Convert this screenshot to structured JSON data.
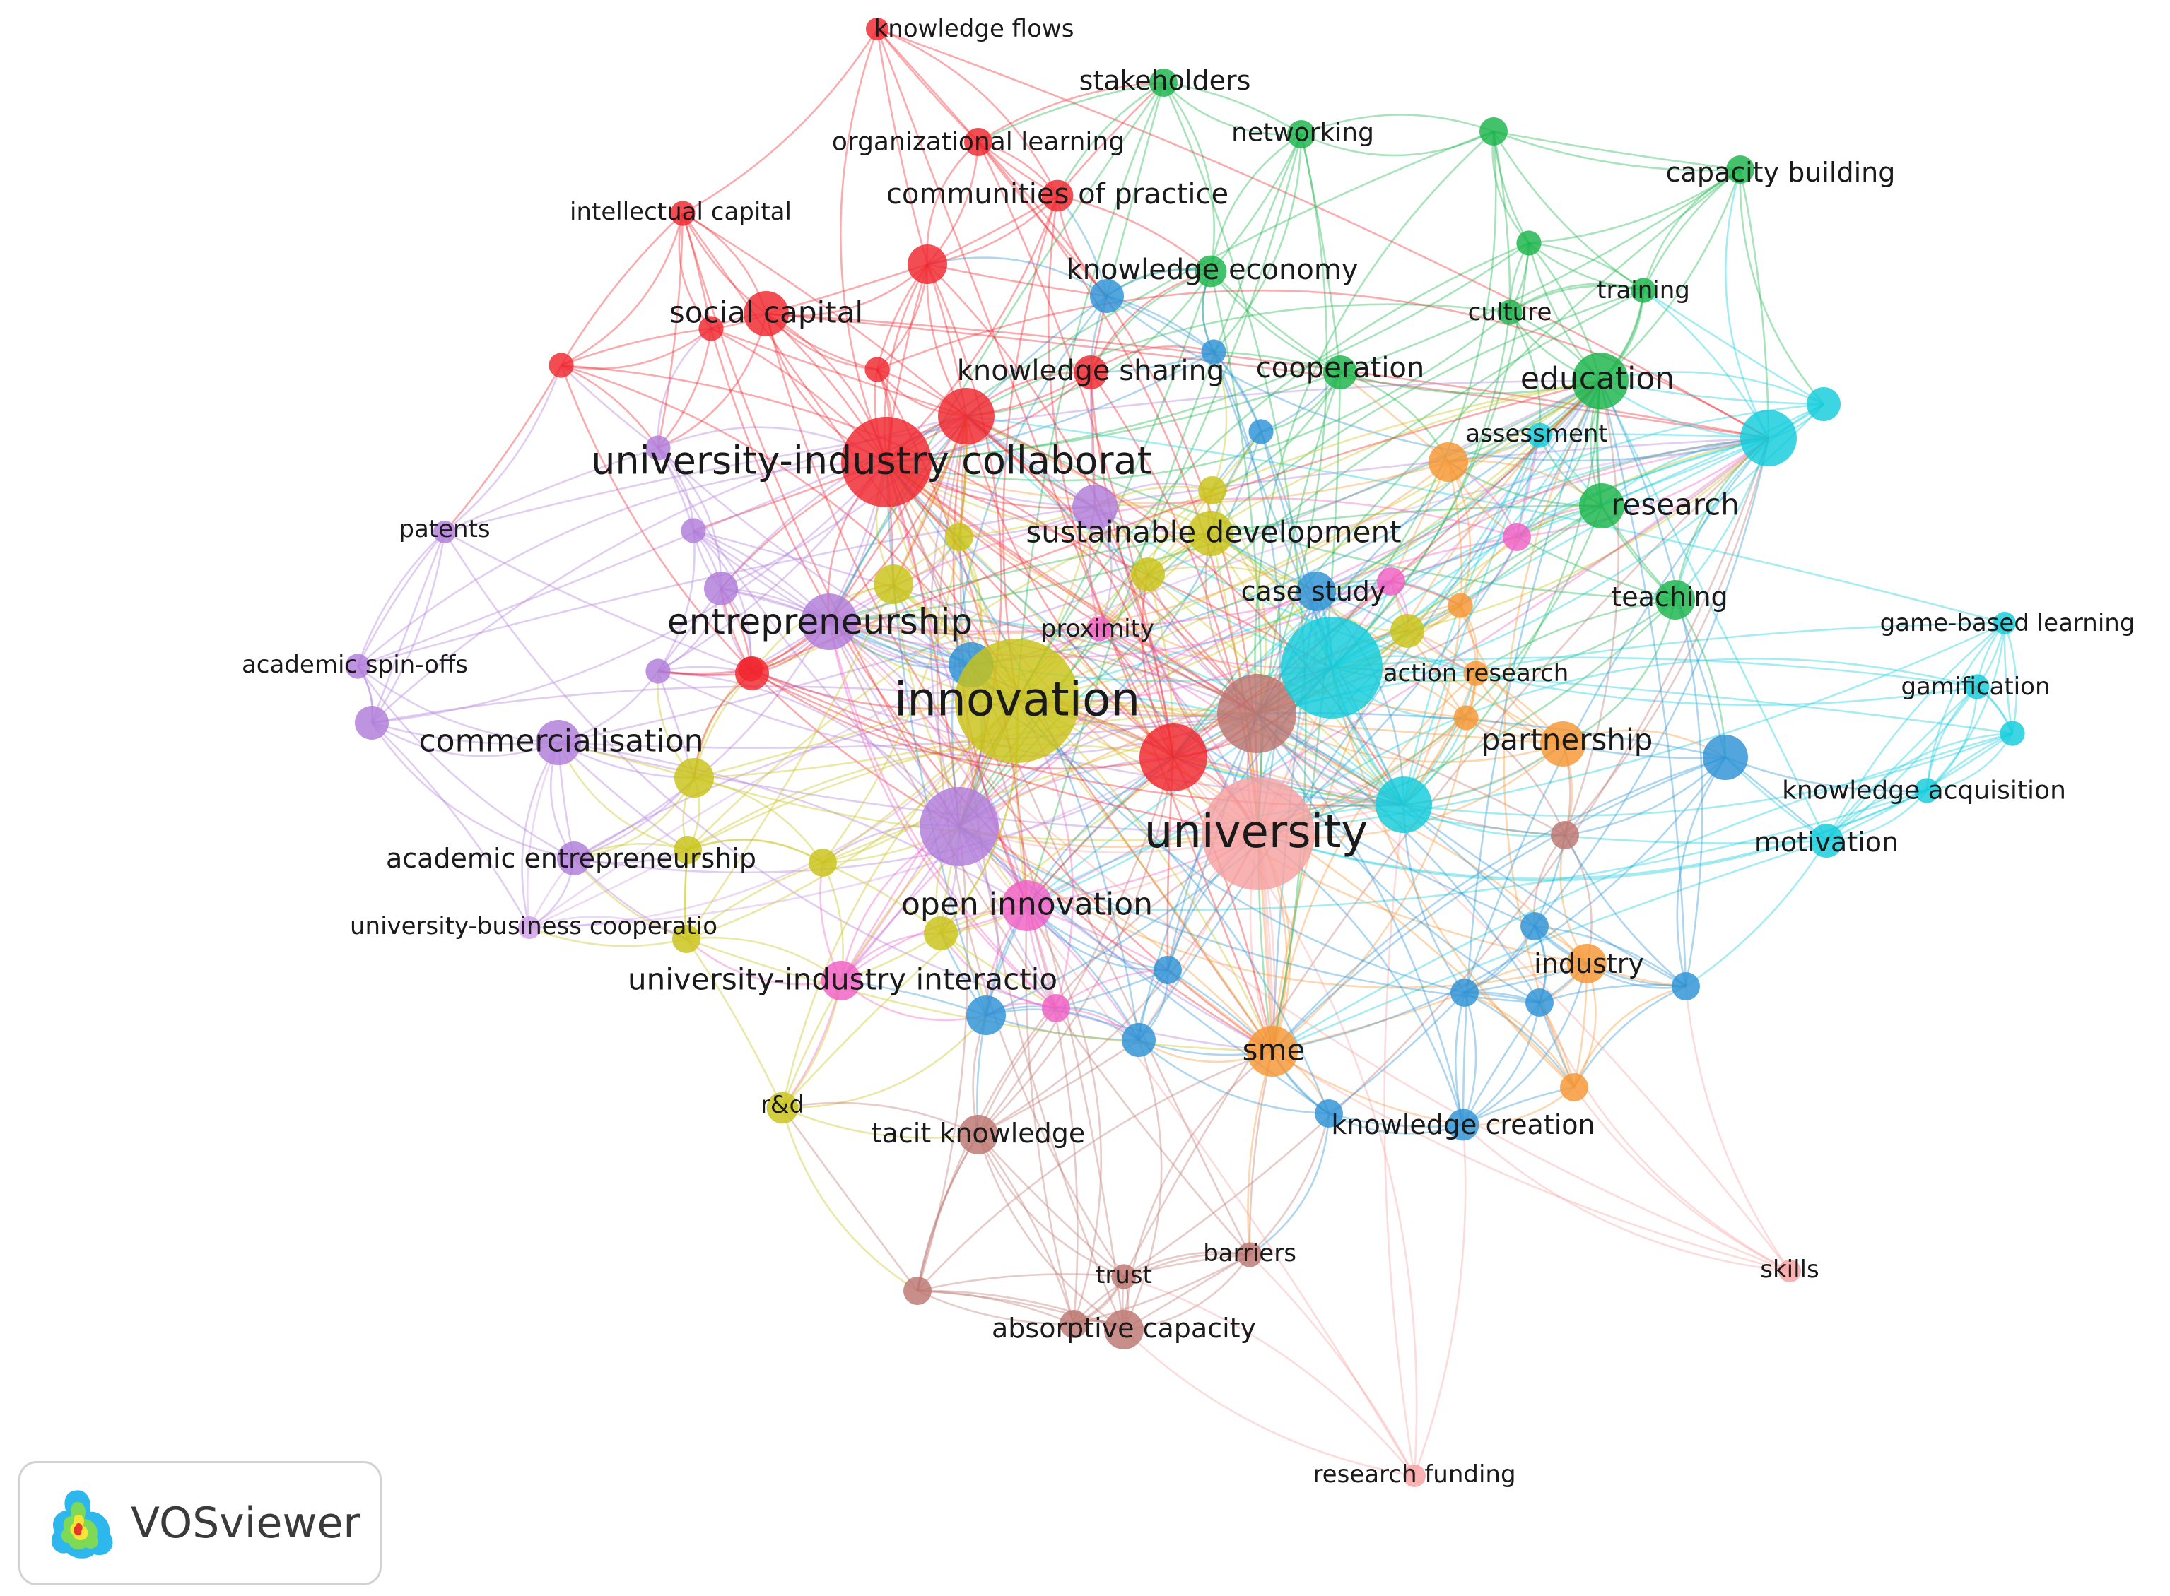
{
  "colors": {
    "red": "#f0262e",
    "green": "#1bb54b",
    "blue": "#2d93d6",
    "yellow": "#c9c317",
    "purple": "#b07cda",
    "cyan": "#12ccdc",
    "orange": "#f79633",
    "pink": "#f05fc5",
    "brown": "#bc7570",
    "salmon": "#f7a1a1",
    "lilac": "#cf9ce6"
  },
  "nodes": [
    {
      "id": "knowledge-flows",
      "label": "knowledge flows",
      "color": "red",
      "weight": 1
    },
    {
      "id": "stakeholders",
      "label": "stakeholders",
      "color": "green",
      "weight": 1.5
    },
    {
      "id": "networking",
      "label": "networking",
      "color": "green",
      "weight": 1.5
    },
    {
      "id": "organizational-learning",
      "label": "organizational learning",
      "color": "red",
      "weight": 1.5
    },
    {
      "id": "capacity-building",
      "label": "capacity building",
      "color": "green",
      "weight": 1.5
    },
    {
      "id": "intellectual-capital",
      "label": "intellectual capital",
      "color": "red",
      "weight": 1.2
    },
    {
      "id": "communities-of-practice",
      "label": "communities of practice",
      "color": "red",
      "weight": 1.8
    },
    {
      "id": "knowledge-economy",
      "label": "knowledge economy",
      "color": "green",
      "weight": 1.8
    },
    {
      "id": "social-capital",
      "label": "social capital",
      "color": "red",
      "weight": 3
    },
    {
      "id": "training",
      "label": "training",
      "color": "green",
      "weight": 1.2
    },
    {
      "id": "culture",
      "label": "culture",
      "color": "green",
      "weight": 1.2
    },
    {
      "id": "knowledge-sharing",
      "label": "knowledge sharing",
      "color": "red",
      "weight": 2
    },
    {
      "id": "cooperation",
      "label": "cooperation",
      "color": "green",
      "weight": 2
    },
    {
      "id": "education",
      "label": "education",
      "color": "green",
      "weight": 4
    },
    {
      "id": "assessment",
      "label": "assessment",
      "color": "cyan",
      "weight": 1.2
    },
    {
      "id": "university-industry-collaboration",
      "label": "university-industry collaborat",
      "color": "red",
      "weight": 7
    },
    {
      "id": "patents",
      "label": "patents",
      "color": "purple",
      "weight": 1
    },
    {
      "id": "research",
      "label": "research",
      "color": "green",
      "weight": 3
    },
    {
      "id": "sustainable-development",
      "label": "sustainable development",
      "color": "yellow",
      "weight": 3
    },
    {
      "id": "case-study",
      "label": "case study",
      "color": "blue",
      "weight": 2.5
    },
    {
      "id": "teaching",
      "label": "teaching",
      "color": "green",
      "weight": 2.5
    },
    {
      "id": "entrepreneurship",
      "label": "entrepreneurship",
      "color": "purple",
      "weight": 4
    },
    {
      "id": "proximity",
      "label": "proximity",
      "color": "pink",
      "weight": 1.2
    },
    {
      "id": "game-based-learning",
      "label": "game-based learning",
      "color": "cyan",
      "weight": 1
    },
    {
      "id": "academic-spin-offs",
      "label": "academic spin-offs",
      "color": "purple",
      "weight": 1.2
    },
    {
      "id": "action-research",
      "label": "action research",
      "color": "orange",
      "weight": 1.2
    },
    {
      "id": "gamification",
      "label": "gamification",
      "color": "cyan",
      "weight": 1.2
    },
    {
      "id": "innovation",
      "label": "innovation",
      "color": "yellow",
      "weight": 10
    },
    {
      "id": "commercialisation",
      "label": "commercialisation",
      "color": "purple",
      "weight": 3
    },
    {
      "id": "partnership",
      "label": "partnership",
      "color": "orange",
      "weight": 3
    },
    {
      "id": "knowledge-acquisition",
      "label": "knowledge acquisition",
      "color": "cyan",
      "weight": 1.2
    },
    {
      "id": "university",
      "label": "university",
      "color": "salmon",
      "weight": 9
    },
    {
      "id": "motivation",
      "label": "motivation",
      "color": "cyan",
      "weight": 2
    },
    {
      "id": "academic-entrepreneurship",
      "label": "academic entrepreneurship",
      "color": "purple",
      "weight": 2
    },
    {
      "id": "open-innovation",
      "label": "open innovation",
      "color": "pink",
      "weight": 3.5
    },
    {
      "id": "university-business-cooperation",
      "label": "university-business cooperatio",
      "color": "lilac",
      "weight": 1
    },
    {
      "id": "industry",
      "label": "industry",
      "color": "orange",
      "weight": 2.5
    },
    {
      "id": "university-industry-interaction",
      "label": "university-industry interactio",
      "color": "pink",
      "weight": 2.5
    },
    {
      "id": "sme",
      "label": "sme",
      "color": "orange",
      "weight": 3.5
    },
    {
      "id": "r-and-d",
      "label": "r&d",
      "color": "yellow",
      "weight": 1.8
    },
    {
      "id": "knowledge-creation",
      "label": "knowledge creation",
      "color": "blue",
      "weight": 1.8
    },
    {
      "id": "tacit-knowledge",
      "label": "tacit knowledge",
      "color": "brown",
      "weight": 2.5
    },
    {
      "id": "barriers",
      "label": "barriers",
      "color": "brown",
      "weight": 1.2
    },
    {
      "id": "skills",
      "label": "skills",
      "color": "salmon",
      "weight": 1
    },
    {
      "id": "trust",
      "label": "trust",
      "color": "brown",
      "weight": 1.2
    },
    {
      "id": "absorptive-capacity",
      "label": "absorptive capacity",
      "color": "brown",
      "weight": 2.5
    },
    {
      "id": "research-funding",
      "label": "research funding",
      "color": "salmon",
      "weight": 1
    }
  ],
  "unlabeled_nodes": [
    {
      "color": "green",
      "weight": 1.5
    },
    {
      "color": "green",
      "weight": 1.2
    },
    {
      "color": "red",
      "weight": 2.5
    },
    {
      "color": "red",
      "weight": 1.2
    },
    {
      "color": "red",
      "weight": 1.2
    },
    {
      "color": "red",
      "weight": 1.2
    },
    {
      "color": "red",
      "weight": 4
    },
    {
      "color": "blue",
      "weight": 2
    },
    {
      "color": "blue",
      "weight": 1.2
    },
    {
      "color": "blue",
      "weight": 1.2
    },
    {
      "color": "cyan",
      "weight": 4
    },
    {
      "color": "cyan",
      "weight": 2
    },
    {
      "color": "purple",
      "weight": 3
    },
    {
      "color": "purple",
      "weight": 2
    },
    {
      "color": "purple",
      "weight": 1.2
    },
    {
      "color": "purple",
      "weight": 1.2
    },
    {
      "color": "purple",
      "weight": 2
    },
    {
      "color": "purple",
      "weight": 6
    },
    {
      "color": "yellow",
      "weight": 1.5
    },
    {
      "color": "yellow",
      "weight": 2.5
    },
    {
      "color": "yellow",
      "weight": 2
    },
    {
      "color": "yellow",
      "weight": 1.5
    },
    {
      "color": "yellow",
      "weight": 2
    },
    {
      "color": "yellow",
      "weight": 2.5
    },
    {
      "color": "yellow",
      "weight": 1.5
    },
    {
      "color": "yellow",
      "weight": 1.5
    },
    {
      "color": "red",
      "weight": 1.2
    },
    {
      "color": "red",
      "weight": 5
    },
    {
      "color": "blue",
      "weight": 3
    },
    {
      "color": "cyan",
      "weight": 8
    },
    {
      "color": "cyan",
      "weight": 4
    },
    {
      "color": "brown",
      "weight": 6
    },
    {
      "color": "pink",
      "weight": 1.5
    },
    {
      "color": "pink",
      "weight": 1.5
    },
    {
      "color": "orange",
      "weight": 1.2
    },
    {
      "color": "orange",
      "weight": 2.5
    },
    {
      "color": "orange",
      "weight": 1.2
    },
    {
      "color": "blue",
      "weight": 3
    },
    {
      "color": "cyan",
      "weight": 1.2
    },
    {
      "color": "brown",
      "weight": 1.5
    },
    {
      "color": "blue",
      "weight": 1.5
    },
    {
      "color": "blue",
      "weight": 1.5
    },
    {
      "color": "blue",
      "weight": 1.5
    },
    {
      "color": "blue",
      "weight": 1.5
    },
    {
      "color": "blue",
      "weight": 1.5
    },
    {
      "color": "blue",
      "weight": 2.5
    },
    {
      "color": "pink",
      "weight": 1.5
    },
    {
      "color": "blue",
      "weight": 2
    },
    {
      "color": "orange",
      "weight": 1.5
    },
    {
      "color": "blue",
      "weight": 1.5
    },
    {
      "color": "brown",
      "weight": 1.5
    },
    {
      "color": "brown",
      "weight": 1.5
    },
    {
      "color": "purple",
      "weight": 1.2
    },
    {
      "color": "red",
      "weight": 2
    },
    {
      "color": "yellow",
      "weight": 2
    },
    {
      "color": "yellow",
      "weight": 1.5
    }
  ],
  "brand": {
    "name": "VOSviewer",
    "icon": "vosviewer-logo-icon"
  }
}
